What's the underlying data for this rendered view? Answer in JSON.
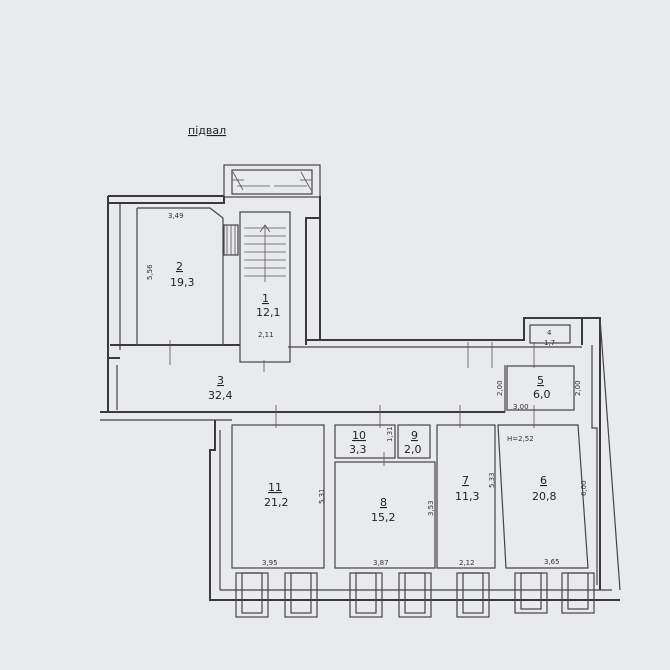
{
  "title": "підвал",
  "rooms": [
    {
      "num": "1",
      "area": "12,1"
    },
    {
      "num": "2",
      "area": "19,3"
    },
    {
      "num": "3",
      "area": "32,4"
    },
    {
      "num": "4",
      "area": "1,7"
    },
    {
      "num": "5",
      "area": "6,0"
    },
    {
      "num": "6",
      "area": "20,8"
    },
    {
      "num": "7",
      "area": "11,3"
    },
    {
      "num": "8",
      "area": "15,2"
    },
    {
      "num": "9",
      "area": "2,0"
    },
    {
      "num": "10",
      "area": "3,3"
    },
    {
      "num": "11",
      "area": "21,2"
    }
  ],
  "dimensions": {
    "r2_width": "3,49",
    "r2_height": "5,56",
    "r1_width": "2,11",
    "r3_height": "2,00",
    "r5_width": "3,00",
    "r5_height": "2,00",
    "r6_ceiling": "H=2,52",
    "r6_height": "6,00",
    "r6_width": "3,65",
    "r7_height": "5,33",
    "r7_width": "2,12",
    "r8_height": "3,53",
    "r8_width": "3,87",
    "r10_height": "1,31",
    "r11_height": "5,31",
    "r11_width": "3,95"
  }
}
